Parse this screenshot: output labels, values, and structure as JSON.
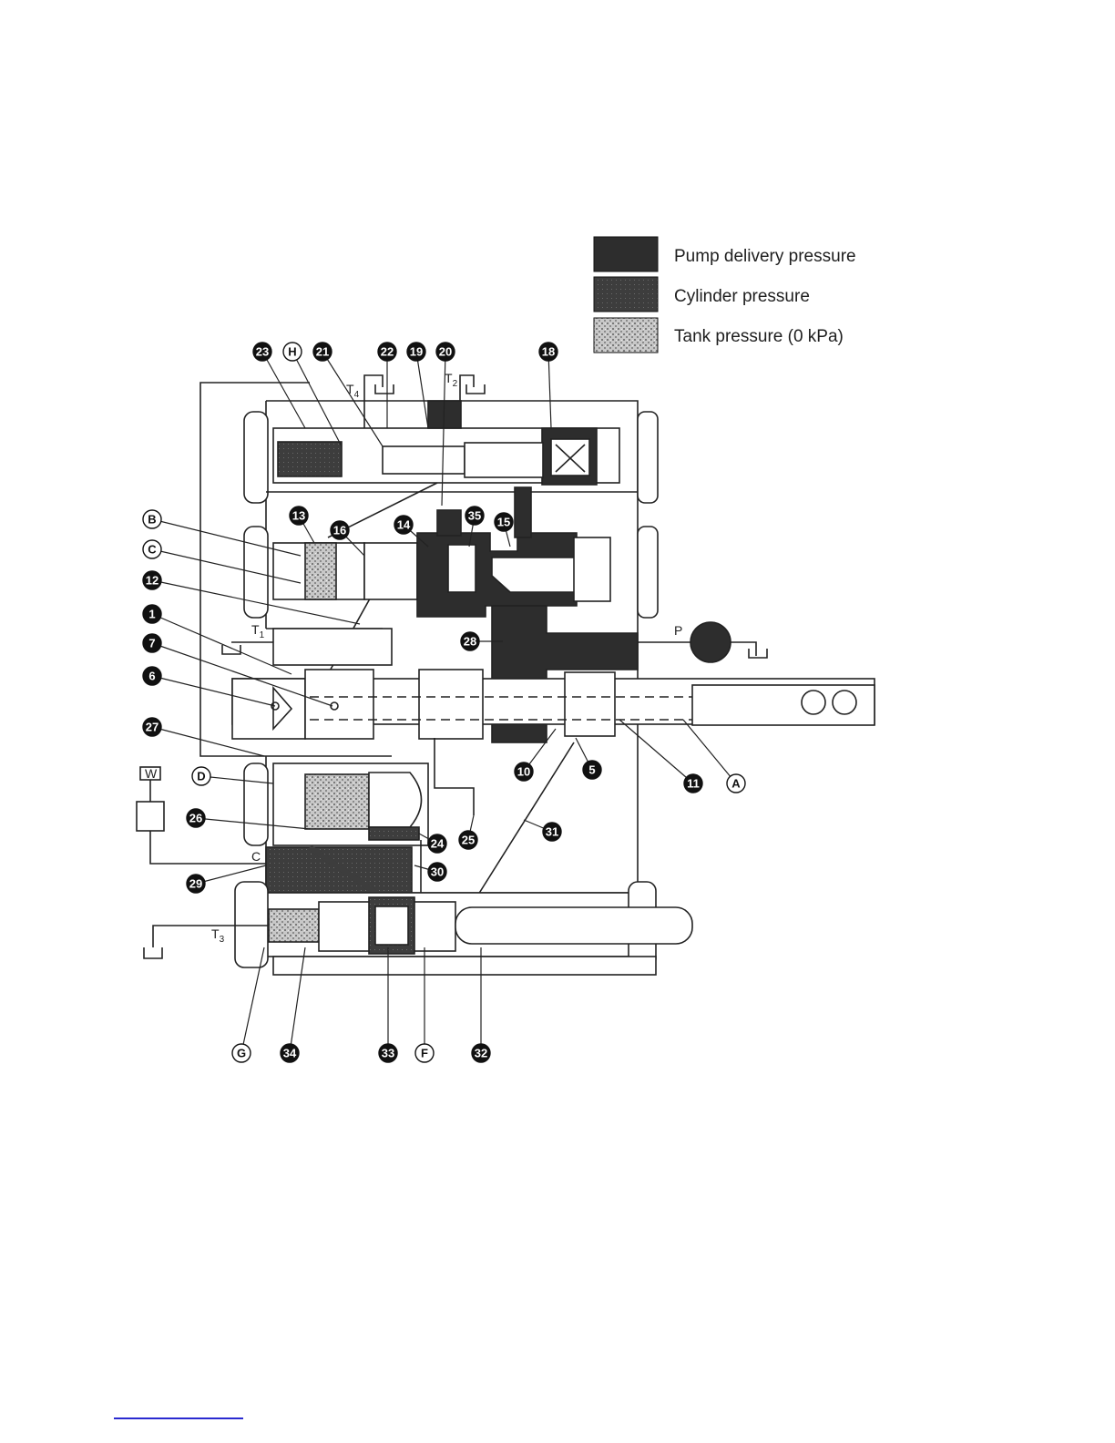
{
  "legend": [
    {
      "label": "Pump delivery pressure",
      "fill": "pump"
    },
    {
      "label": "Cylinder pressure",
      "fill": "cyl"
    },
    {
      "label": "Tank pressure (0 kPa)",
      "fill": "tank"
    }
  ],
  "colors": {
    "pump": "#2d2d2d",
    "cylinder": "#3d3d3d",
    "tank": "#b8b8b8",
    "line": "#222222",
    "footnote_rule": "#2a2ad0"
  },
  "ports": {
    "T1": {
      "letter": "T",
      "sub": "1"
    },
    "T2": {
      "letter": "T",
      "sub": "2"
    },
    "T3": {
      "letter": "T",
      "sub": "3"
    },
    "T4": {
      "letter": "T",
      "sub": "4"
    },
    "P": "P",
    "C": "C",
    "W": "W"
  },
  "callouts": [
    "23",
    "H",
    "21",
    "22",
    "19",
    "20",
    "18",
    "16",
    "13",
    "14",
    "35",
    "15",
    "B",
    "C",
    "12",
    "1",
    "7",
    "6",
    "28",
    "27",
    "10",
    "5",
    "11",
    "A",
    "D",
    "26",
    "24",
    "25",
    "31",
    "29",
    "30",
    "G",
    "34",
    "33",
    "F",
    "32"
  ]
}
